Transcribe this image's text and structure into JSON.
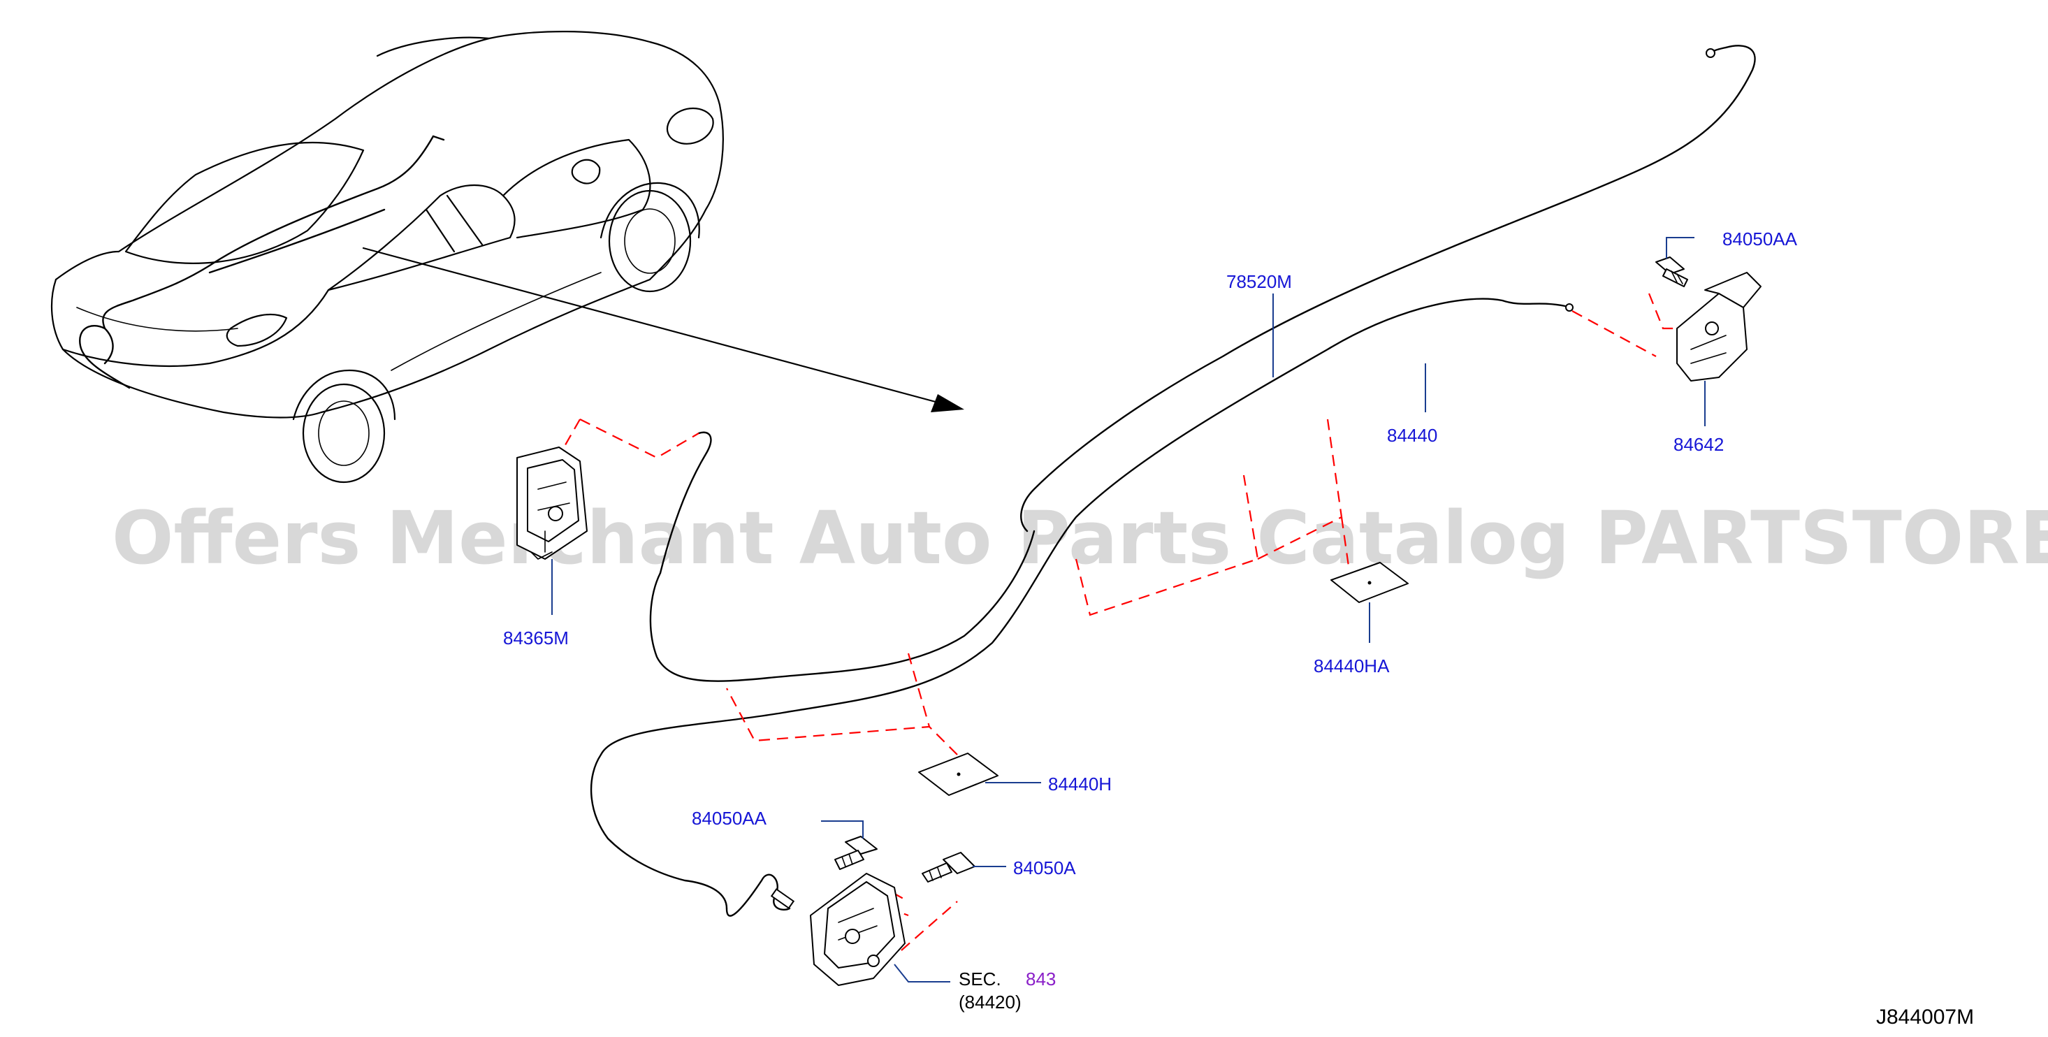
{
  "watermark": "Offers Merchant Auto Parts Catalog PARTSTORE.SA",
  "diagram_code": "J844007M",
  "parts": {
    "p78520M": "78520M",
    "p84440": "84440",
    "p84050AA_top": "84050AA",
    "p84642": "84642",
    "p84365M": "84365M",
    "p84440HA": "84440HA",
    "p84440H": "84440H",
    "p84050AA_bottom": "84050AA",
    "p84050A": "84050A",
    "sec_prefix": "SEC.",
    "sec_number": "843",
    "sec_ref": "(84420)"
  }
}
